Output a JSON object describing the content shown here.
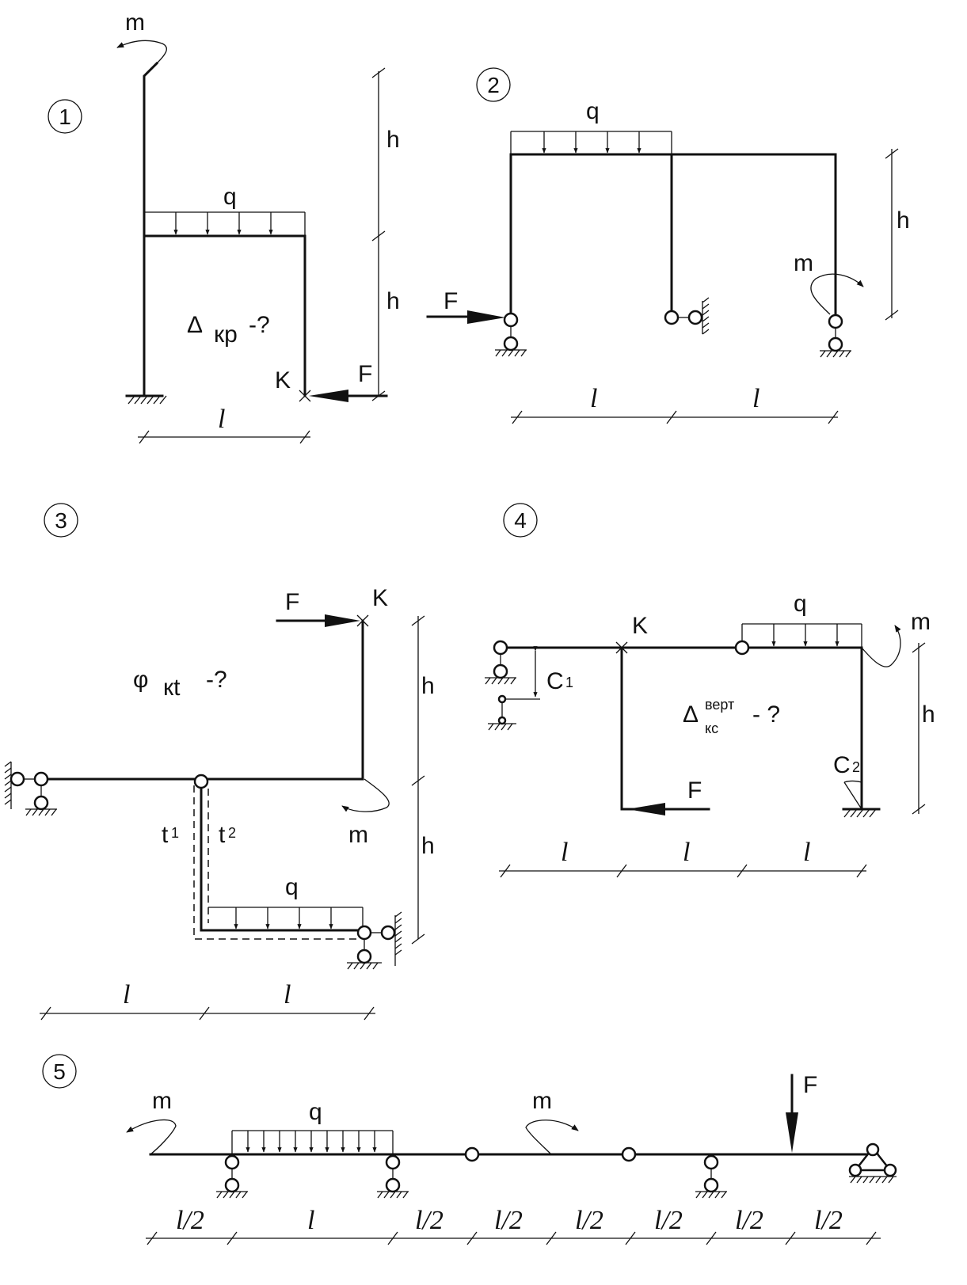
{
  "diagrams": [
    {
      "number": "1",
      "labels": {
        "moment": "m",
        "load": "q",
        "force": "F",
        "point": "K",
        "height_upper": "h",
        "height_lower": "h",
        "span": "l"
      },
      "question": {
        "symbol": "Δ",
        "subscript": "кр",
        "suffix": "-?"
      }
    },
    {
      "number": "2",
      "labels": {
        "load": "q",
        "force": "F",
        "moment": "m",
        "height": "h",
        "span_left": "l",
        "span_right": "l"
      }
    },
    {
      "number": "3",
      "labels": {
        "force": "F",
        "point": "K",
        "moment": "m",
        "load": "q",
        "temp_left": "t",
        "temp_left_index": "1",
        "temp_right": "t",
        "temp_right_index": "2",
        "height_upper": "h",
        "height_lower": "h",
        "span_left": "l",
        "span_right": "l"
      },
      "question": {
        "symbol": "φ",
        "subscript": "кt",
        "suffix": "-?"
      }
    },
    {
      "number": "4",
      "labels": {
        "point": "K",
        "load": "q",
        "moment": "m",
        "settlement": "C",
        "settlement_index": "1",
        "rotation": "C",
        "rotation_index": "2",
        "force": "F",
        "height": "h",
        "span_1": "l",
        "span_2": "l",
        "span_3": "l"
      },
      "question": {
        "symbol": "Δ",
        "superscript": "верт",
        "subscript": "кс",
        "suffix": "- ?"
      }
    },
    {
      "number": "5",
      "labels": {
        "moment_left": "m",
        "load": "q",
        "moment_mid": "m",
        "force": "F"
      },
      "spans": [
        "l/2",
        "l",
        "l/2",
        "l/2",
        "l/2",
        "l/2",
        "l/2",
        "l/2"
      ]
    }
  ]
}
